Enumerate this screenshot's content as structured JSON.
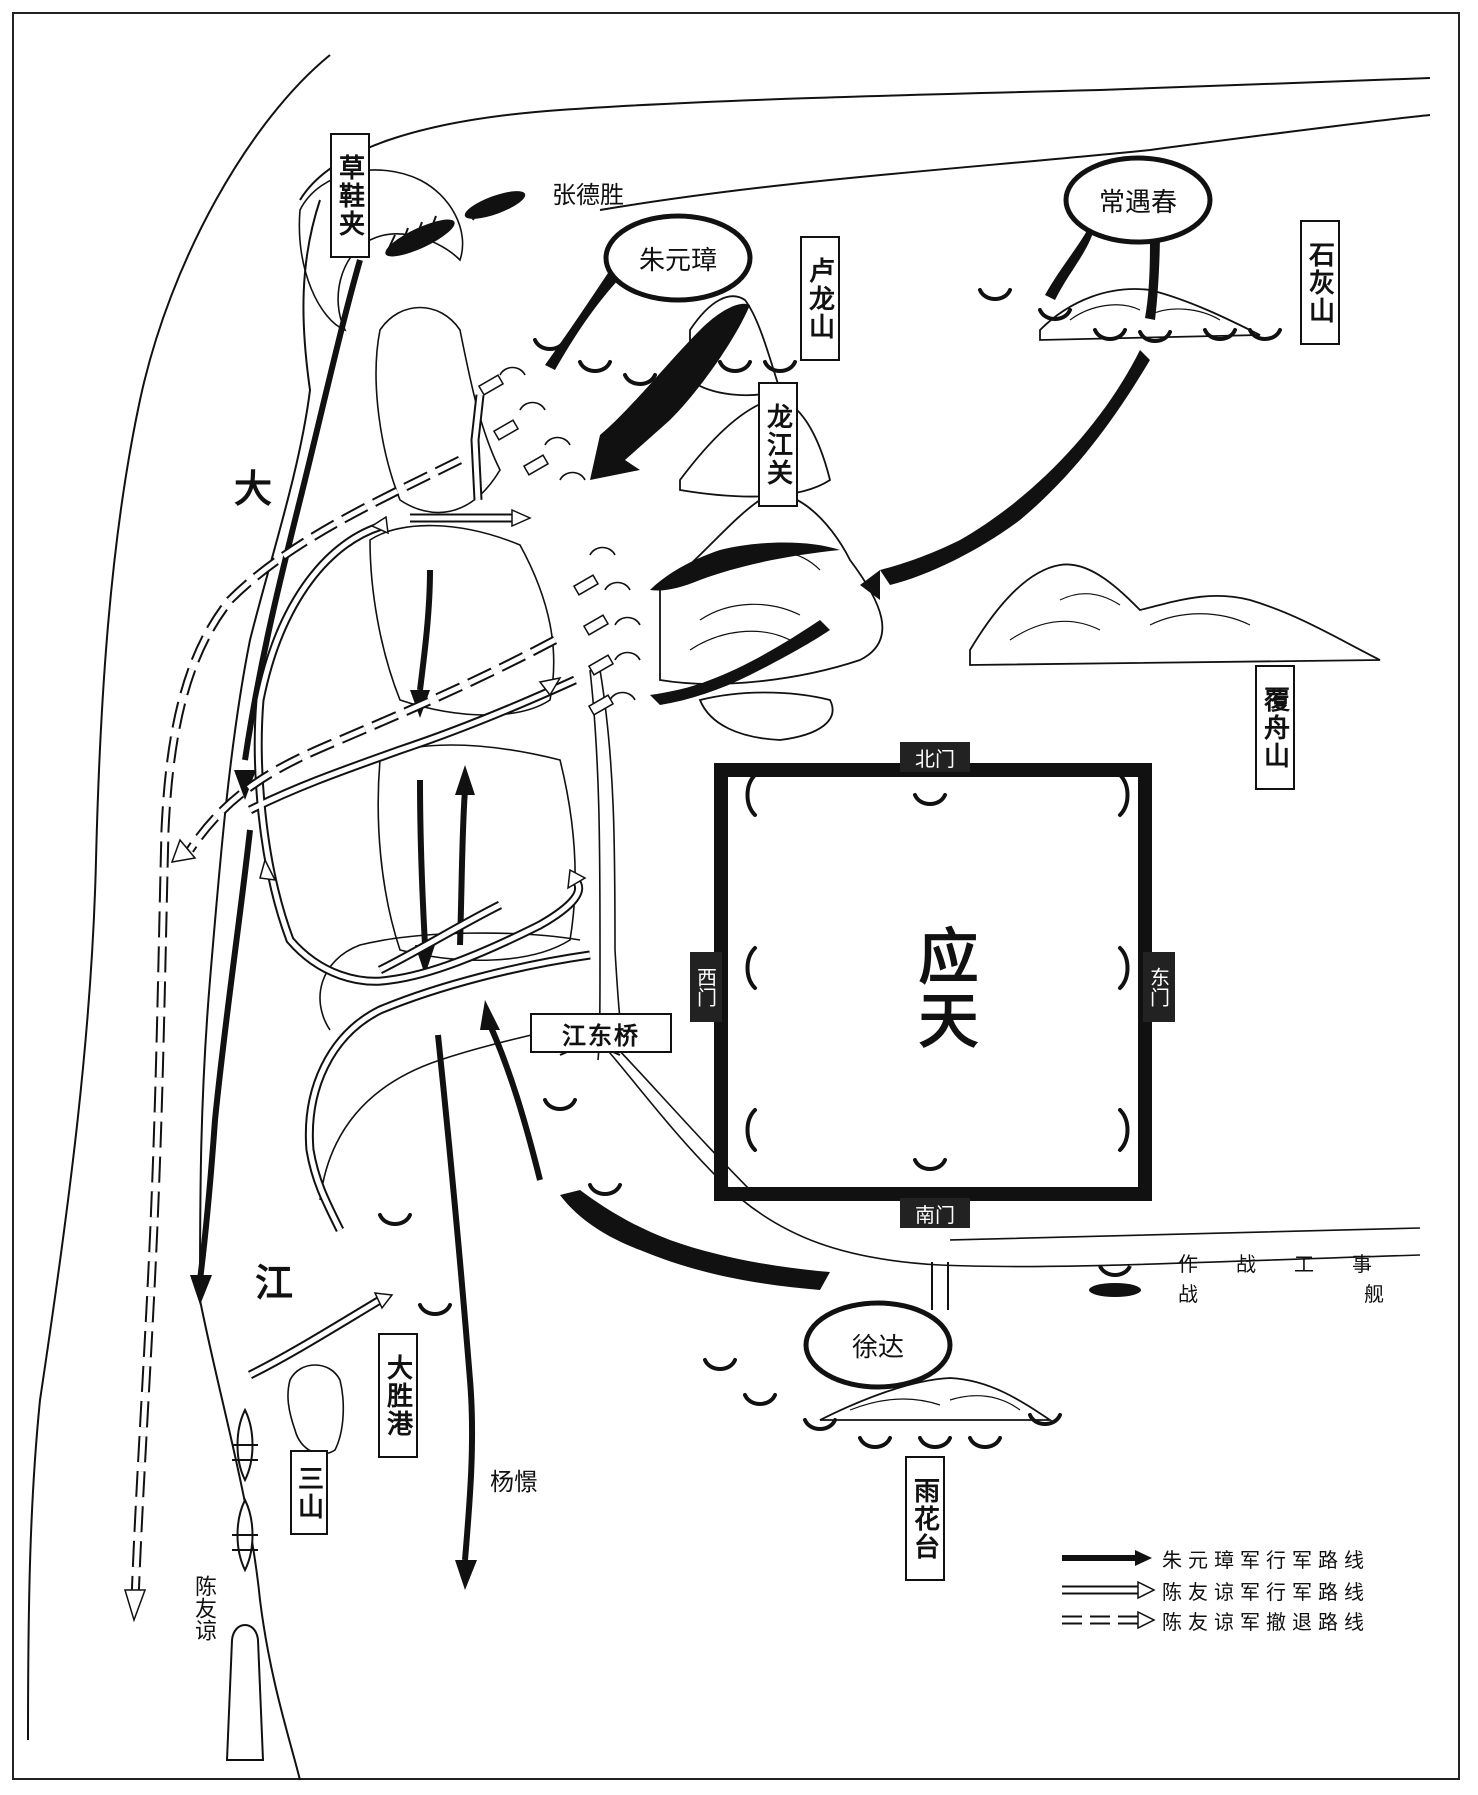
{
  "places": {
    "caoxiejia": "草鞋夹",
    "lulongshan": "卢龙山",
    "longjiangguan": "龙江关",
    "shihuishan": "石灰山",
    "fuzhoushan": "覆舟山",
    "jiangdongqiao": "江东桥",
    "dashenggang": "大胜港",
    "sanshan": "三山",
    "yuhuatai": "雨花台",
    "river_da": "大",
    "river_jiang": "江"
  },
  "city": {
    "name": "应天",
    "north_gate": "北门",
    "south_gate": "南门",
    "west_gate": "西门",
    "east_gate": "东门"
  },
  "commanders": {
    "zhu_yuanzhang": "朱元璋",
    "chang_yuchun": "常遇春",
    "xu_da": "徐达",
    "zhang_desheng": "张德胜",
    "yang_jing": "杨憬",
    "chen_youliang": "陈友谅"
  },
  "legend": {
    "fortification": "作战工事",
    "warship": "战舰",
    "zhu_route": "朱元璋军行军路线",
    "chen_route": "陈友谅军行军路线",
    "chen_retreat": "陈友谅军撤退路线"
  }
}
